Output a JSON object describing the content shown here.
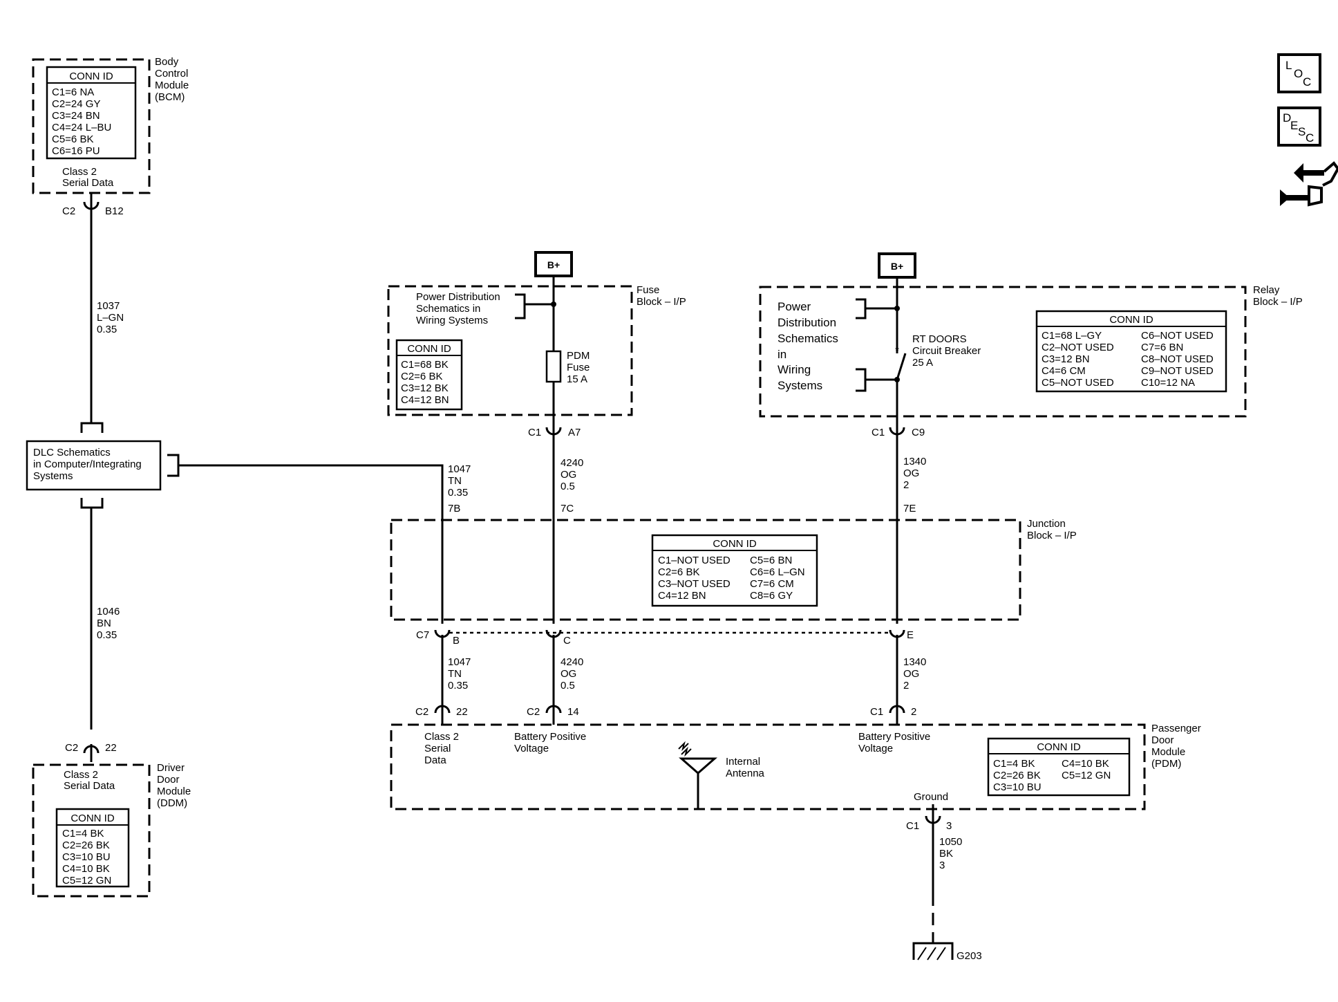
{
  "modules": {
    "bcm": {
      "label": [
        "Body",
        "Control",
        "Module",
        "(BCM)"
      ],
      "sub": [
        "Class 2",
        "Serial Data"
      ]
    },
    "ddm": {
      "label": [
        "Driver",
        "Door",
        "Module",
        "(DDM)"
      ],
      "sub": [
        "Class 2",
        "Serial Data"
      ]
    },
    "fuse_block": {
      "label": [
        "Fuse",
        "Block – I/P"
      ],
      "ref": [
        "Power Distribution",
        "Schematics in",
        "Wiring  Systems"
      ],
      "fuse": [
        "PDM",
        "Fuse",
        "15 A"
      ]
    },
    "relay_block": {
      "label": [
        "Relay",
        "Block – I/P"
      ],
      "ref": [
        "Power",
        "Distribution",
        "Schematics",
        "in",
        "Wiring",
        "Systems"
      ],
      "breaker": [
        "RT DOORS",
        "Circuit Breaker",
        "25 A"
      ]
    },
    "junction_block": {
      "label": [
        "Junction",
        "Block – I/P"
      ]
    },
    "pdm": {
      "label": [
        "Passenger",
        "Door",
        "Module",
        "(PDM)"
      ],
      "pin_b": [
        "Class 2",
        "Serial",
        "Data"
      ],
      "pin_c": [
        "Battery Positive",
        "Voltage"
      ],
      "pin_e": [
        "Battery Positive",
        "Voltage"
      ],
      "antenna": [
        "Internal",
        "Antenna"
      ],
      "ground": "Ground"
    },
    "dlc": {
      "label": [
        "DLC Schematics",
        "in Computer/Integrating",
        "Systems"
      ]
    }
  },
  "conn_tables": {
    "title": "CONN ID",
    "bcm": [
      "C1=6 NA",
      "C2=24 GY",
      "C3=24 BN",
      "C4=24 L–BU",
      "C5=6 BK",
      "C6=16 PU"
    ],
    "fuse": [
      "C1=68 BK",
      "C2=6 BK",
      "C3=12 BK",
      "C4=12 BN"
    ],
    "relay_left": [
      "C1=68 L–GY",
      "C2–NOT USED",
      "C3=12 BN",
      "C4=6 CM",
      "C5–NOT USED"
    ],
    "relay_right": [
      "C6–NOT USED",
      "C7=6 BN",
      "C8–NOT USED",
      "C9–NOT USED",
      "C10=12 NA"
    ],
    "junction_left": [
      "C1–NOT USED",
      "C2=6 BK",
      "C3–NOT USED",
      "C4=12 BN"
    ],
    "junction_right": [
      "C5=6 BN",
      "C6=6 L–GN",
      "C7=6 CM",
      "C8=6 GY"
    ],
    "pdm_left": [
      "C1=4 BK",
      "C2=26 BK",
      "C3=10 BU"
    ],
    "pdm_right": [
      "C4=10 BK",
      "C5=12 GN"
    ],
    "ddm": [
      "C1=4 BK",
      "C2=26 BK",
      "C3=10 BU",
      "C4=10 BK",
      "C5=12 GN"
    ]
  },
  "connectors": {
    "bcm_c2": [
      "C2",
      "B12"
    ],
    "ddm_c2": [
      "C2",
      "22"
    ],
    "fuse_c1": [
      "C1",
      "A7"
    ],
    "relay_c1": [
      "C1",
      "C9"
    ],
    "jb_c7_b": [
      "C7",
      "B"
    ],
    "jb_c": "C",
    "jb_e": "E",
    "pdm_c2_22": [
      "C2",
      "22"
    ],
    "pdm_c2_14": [
      "C2",
      "14"
    ],
    "pdm_c1_2": [
      "C1",
      "2"
    ],
    "pdm_c1_3": [
      "C1",
      "3"
    ]
  },
  "wires": {
    "w1037": [
      "1037",
      "L–GN",
      "0.35"
    ],
    "w1046": [
      "1046",
      "BN",
      "0.35"
    ],
    "w1047a": [
      "1047",
      "TN",
      "0.35"
    ],
    "w1047b": [
      "1047",
      "TN",
      "0.35"
    ],
    "w4240a": [
      "4240",
      "OG",
      "0.5"
    ],
    "w4240b": [
      "4240",
      "OG",
      "0.5"
    ],
    "w1340a": [
      "1340",
      "OG",
      "2"
    ],
    "w1340b": [
      "1340",
      "OG",
      "2"
    ],
    "w1050": [
      "1050",
      "BK",
      "3"
    ]
  },
  "pins": {
    "p7b": "7B",
    "p7c": "7C",
    "p7e": "7E"
  },
  "power": {
    "bplus": "B+"
  },
  "ground_label": "G203",
  "side_icons": {
    "loc": [
      "L",
      "O",
      "C"
    ],
    "desc": [
      "D",
      "E",
      "S",
      "C"
    ],
    "icon_names": [
      "location-icon",
      "description-icon",
      "troubleshooting-icon"
    ]
  }
}
